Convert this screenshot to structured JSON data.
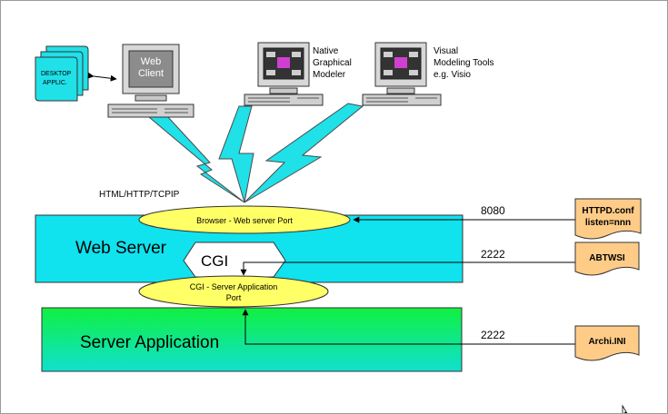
{
  "labels": {
    "desktop_app": [
      "DESKTOP",
      "APPLIC."
    ],
    "web_client": [
      "Web",
      "Client"
    ],
    "native_modeler": [
      "Native",
      "Graphical",
      "Modeler"
    ],
    "visual_tools": [
      "Visual",
      "Modeling Tools",
      "e.g. Visio"
    ],
    "protocol": "HTML/HTTP/TCPIP",
    "browser_port": "Browser - Web server Port",
    "web_server": "Web Server",
    "cgi": "CGI",
    "cgi_port": [
      "CGI - Server Application",
      "Port"
    ],
    "server_app": "Server Application",
    "port_8080": "8080",
    "port_2222_a": "2222",
    "port_2222_b": "2222",
    "httpd_conf": [
      "HTTPD.conf",
      "listen=nnn"
    ],
    "abtwsi": "ABTWSI",
    "archi_ini": "Archi.INI"
  },
  "colors": {
    "web_server_fill": "#10e2ee",
    "server_app_fill_top": "#10f040",
    "server_app_fill_bottom": "#10e0d8",
    "port_ellipse": "#ffff66",
    "lightning": "#20e0e8",
    "config_doc": "#ffcc88"
  }
}
